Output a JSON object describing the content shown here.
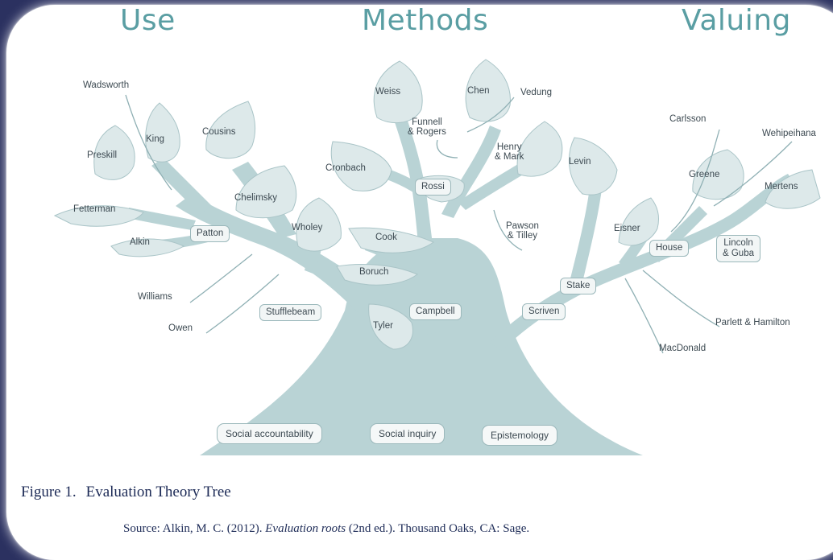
{
  "branches": {
    "use": "Use",
    "methods": "Methods",
    "valuing": "Valuing"
  },
  "roots": {
    "social_accountability": "Social accountability",
    "social_inquiry": "Social inquiry",
    "epistemology": "Epistemology"
  },
  "theorists": {
    "wadsworth": "Wadsworth",
    "king": "King",
    "cousins": "Cousins",
    "preskill": "Preskill",
    "chelimsky": "Chelimsky",
    "fetterman": "Fetterman",
    "patton": "Patton",
    "alkin": "Alkin",
    "wholey": "Wholey",
    "williams": "Williams",
    "owen": "Owen",
    "stufflebeam": "Stufflebeam",
    "weiss": "Weiss",
    "chen": "Chen",
    "vedung": "Vedung",
    "funnell_rogers": "Funnell\n& Rogers",
    "cronbach": "Cronbach",
    "henry_mark": "Henry\n& Mark",
    "rossi": "Rossi",
    "pawson_tilley": "Pawson\n& Tilley",
    "cook": "Cook",
    "boruch": "Boruch",
    "tyler": "Tyler",
    "campbell": "Campbell",
    "levin": "Levin",
    "carlsson": "Carlsson",
    "wehipeihana": "Wehipeihana",
    "greene": "Greene",
    "mertens": "Mertens",
    "eisner": "Eisner",
    "house": "House",
    "lincoln_guba": "Lincoln\n& Guba",
    "stake": "Stake",
    "scriven": "Scriven",
    "parlett_hamilton": "Parlett & Hamilton",
    "macdonald": "MacDonald"
  },
  "caption": {
    "figure_number": "Figure 1.",
    "figure_title": "Evaluation Theory Tree",
    "source_prefix": "Source: Alkin, M. C. (2012).",
    "source_title": "Evaluation roots",
    "source_suffix": "(2nd ed.). Thousand Oaks, CA: Sage."
  },
  "colors": {
    "tree": "#b9d3d5",
    "leaf": "#dde9ea",
    "title": "#5a9ea3",
    "background": "#2b3160"
  }
}
